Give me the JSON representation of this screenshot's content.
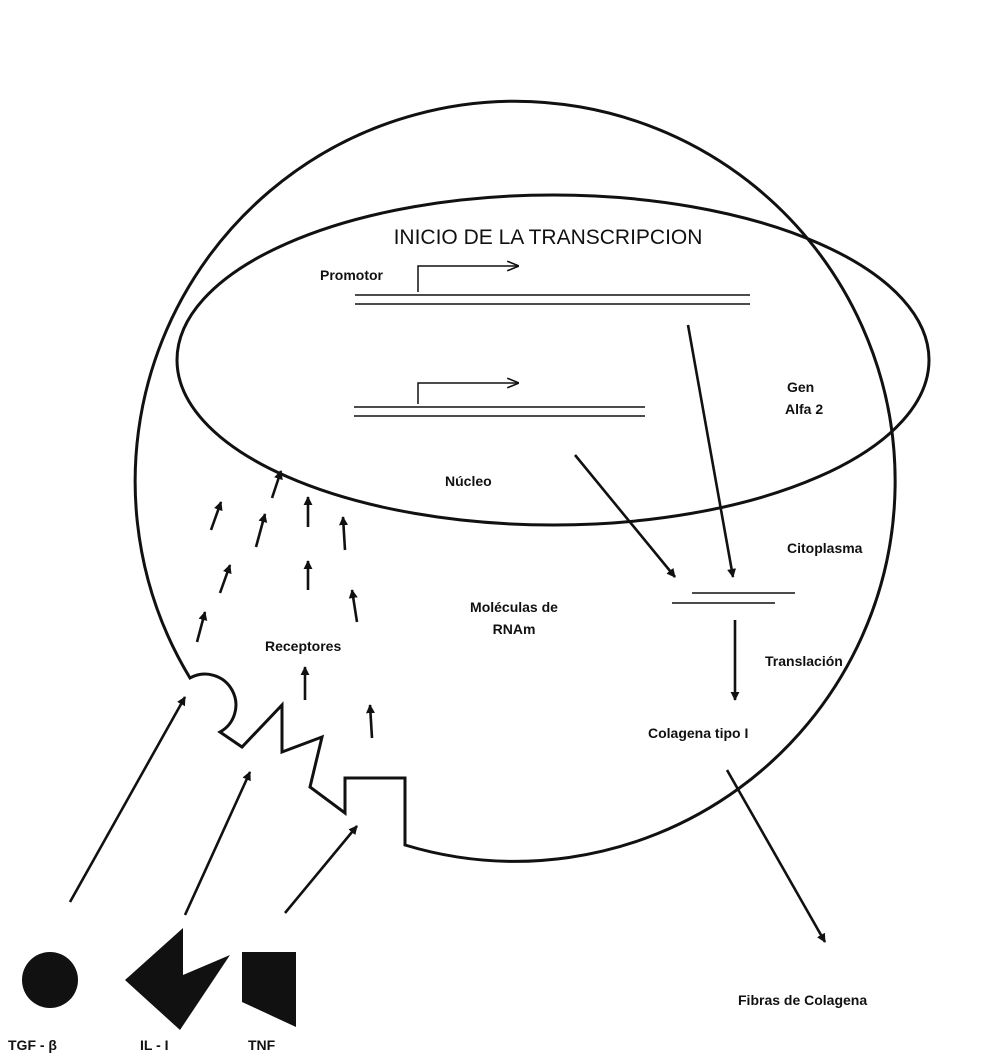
{
  "diagram": {
    "title": "INICIO DE LA TRANSCRIPCION",
    "labels": {
      "promotor": "Promotor",
      "gen_line1": "Gen",
      "gen_line2": "Alfa 2",
      "nucleo": "Núcleo",
      "citoplasma": "Citoplasma",
      "moleculas_line1": "Moléculas de",
      "moleculas_line2": "RNAm",
      "receptores": "Receptores",
      "translacion": "Translación",
      "colagena_tipo": "Colagena tipo I",
      "fibras": "Fibras de Colagena"
    },
    "ligands": [
      {
        "name": "TGF - β",
        "shape": "circle"
      },
      {
        "name": "IL - I",
        "shape": "notched-arrow"
      },
      {
        "name": "TNF",
        "shape": "square"
      }
    ],
    "colors": {
      "ink": "#111111",
      "background": "#ffffff"
    }
  }
}
